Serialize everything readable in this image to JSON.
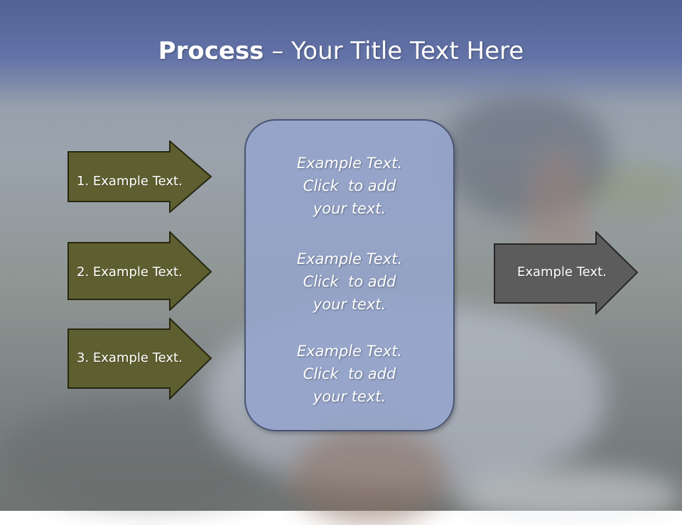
{
  "slide": {
    "title_bold": "Process",
    "title_rest": " – Your Title Text Here"
  },
  "left_arrows": [
    {
      "label": "1. Example Text."
    },
    {
      "label": "2. Example Text."
    },
    {
      "label": "3. Example Text."
    }
  ],
  "center_box": {
    "paragraphs": [
      {
        "line1": "Example Text.",
        "line2": "Click  to add",
        "line3": "your text."
      },
      {
        "line1": "Example Text.",
        "line2": "Click  to add",
        "line3": "your text."
      },
      {
        "line1": "Example Text.",
        "line2": "Click  to add",
        "line3": "your text."
      }
    ]
  },
  "right_arrow": {
    "label": "Example Text."
  },
  "colors": {
    "left_arrow_fill": "#5e5f30",
    "right_arrow_fill": "#5c5c5c",
    "center_box_fill": "#94a4cc",
    "title_band": "#5b6a9e"
  }
}
